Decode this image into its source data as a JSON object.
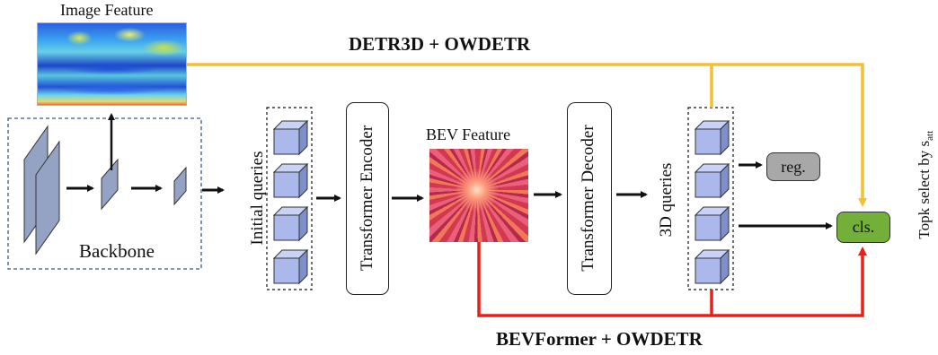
{
  "image_feature": {
    "title": "Image Feature"
  },
  "backbone": {
    "label": "Backbone"
  },
  "initial_queries": {
    "label": "Initial queries"
  },
  "transformer_encoder": {
    "label": "Transformer Encoder"
  },
  "bev_feature": {
    "title": "BEV Feature"
  },
  "transformer_decoder": {
    "label": "Transformer Decoder"
  },
  "queries_3d": {
    "label": "3D queries"
  },
  "heads": {
    "reg_label": "reg.",
    "cls_label": "cls."
  },
  "paths": {
    "top_label": "DETR3D + OWDETR",
    "bottom_label": "BEVFormer + OWDETR"
  },
  "topk": {
    "label_prefix": "Topk select by s",
    "label_sub": "att"
  },
  "colors": {
    "top_path": "#f2c032",
    "bottom_path": "#e8201a",
    "reg_fill": "#a8a8a8",
    "cls_fill": "#73b03a",
    "cube_front": "#aab8ec",
    "cube_top": "#c9d3f6",
    "cube_side": "#7f8fcc",
    "backbone_fill": "#94a3c4"
  }
}
